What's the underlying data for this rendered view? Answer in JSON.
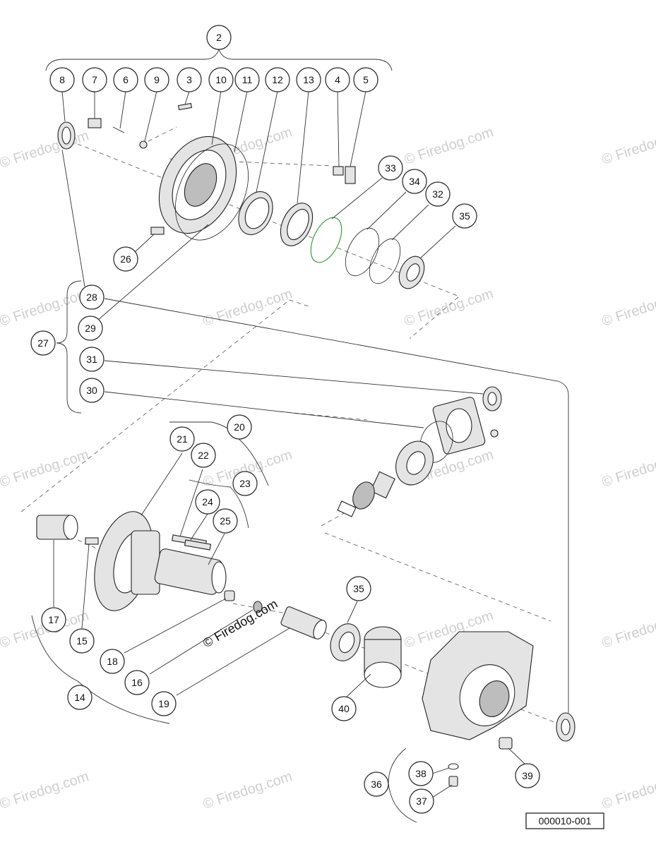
{
  "watermarks": {
    "repeat": "© Firedog.com",
    "main": "© Firedog.com"
  },
  "reference_code": "000010-001",
  "callouts": [
    {
      "id": "c2",
      "label": "2"
    },
    {
      "id": "c8",
      "label": "8"
    },
    {
      "id": "c7",
      "label": "7"
    },
    {
      "id": "c6",
      "label": "6"
    },
    {
      "id": "c9",
      "label": "9"
    },
    {
      "id": "c3",
      "label": "3"
    },
    {
      "id": "c10",
      "label": "10"
    },
    {
      "id": "c11",
      "label": "11"
    },
    {
      "id": "c12",
      "label": "12"
    },
    {
      "id": "c13",
      "label": "13"
    },
    {
      "id": "c4",
      "label": "4"
    },
    {
      "id": "c5",
      "label": "5"
    },
    {
      "id": "c33",
      "label": "33"
    },
    {
      "id": "c34",
      "label": "34"
    },
    {
      "id": "c32",
      "label": "32"
    },
    {
      "id": "c35a",
      "label": "35"
    },
    {
      "id": "c26",
      "label": "26"
    },
    {
      "id": "c28",
      "label": "28"
    },
    {
      "id": "c29",
      "label": "29"
    },
    {
      "id": "c27",
      "label": "27"
    },
    {
      "id": "c31",
      "label": "31"
    },
    {
      "id": "c30",
      "label": "30"
    },
    {
      "id": "c20",
      "label": "20"
    },
    {
      "id": "c21",
      "label": "21"
    },
    {
      "id": "c22",
      "label": "22"
    },
    {
      "id": "c23",
      "label": "23"
    },
    {
      "id": "c24",
      "label": "24"
    },
    {
      "id": "c25",
      "label": "25"
    },
    {
      "id": "c17",
      "label": "17"
    },
    {
      "id": "c15",
      "label": "15"
    },
    {
      "id": "c18",
      "label": "18"
    },
    {
      "id": "c16",
      "label": "16"
    },
    {
      "id": "c14",
      "label": "14"
    },
    {
      "id": "c19",
      "label": "19"
    },
    {
      "id": "c35b",
      "label": "35"
    },
    {
      "id": "c40",
      "label": "40"
    },
    {
      "id": "c36",
      "label": "36"
    },
    {
      "id": "c38",
      "label": "38"
    },
    {
      "id": "c37",
      "label": "37"
    },
    {
      "id": "c39",
      "label": "39"
    }
  ]
}
